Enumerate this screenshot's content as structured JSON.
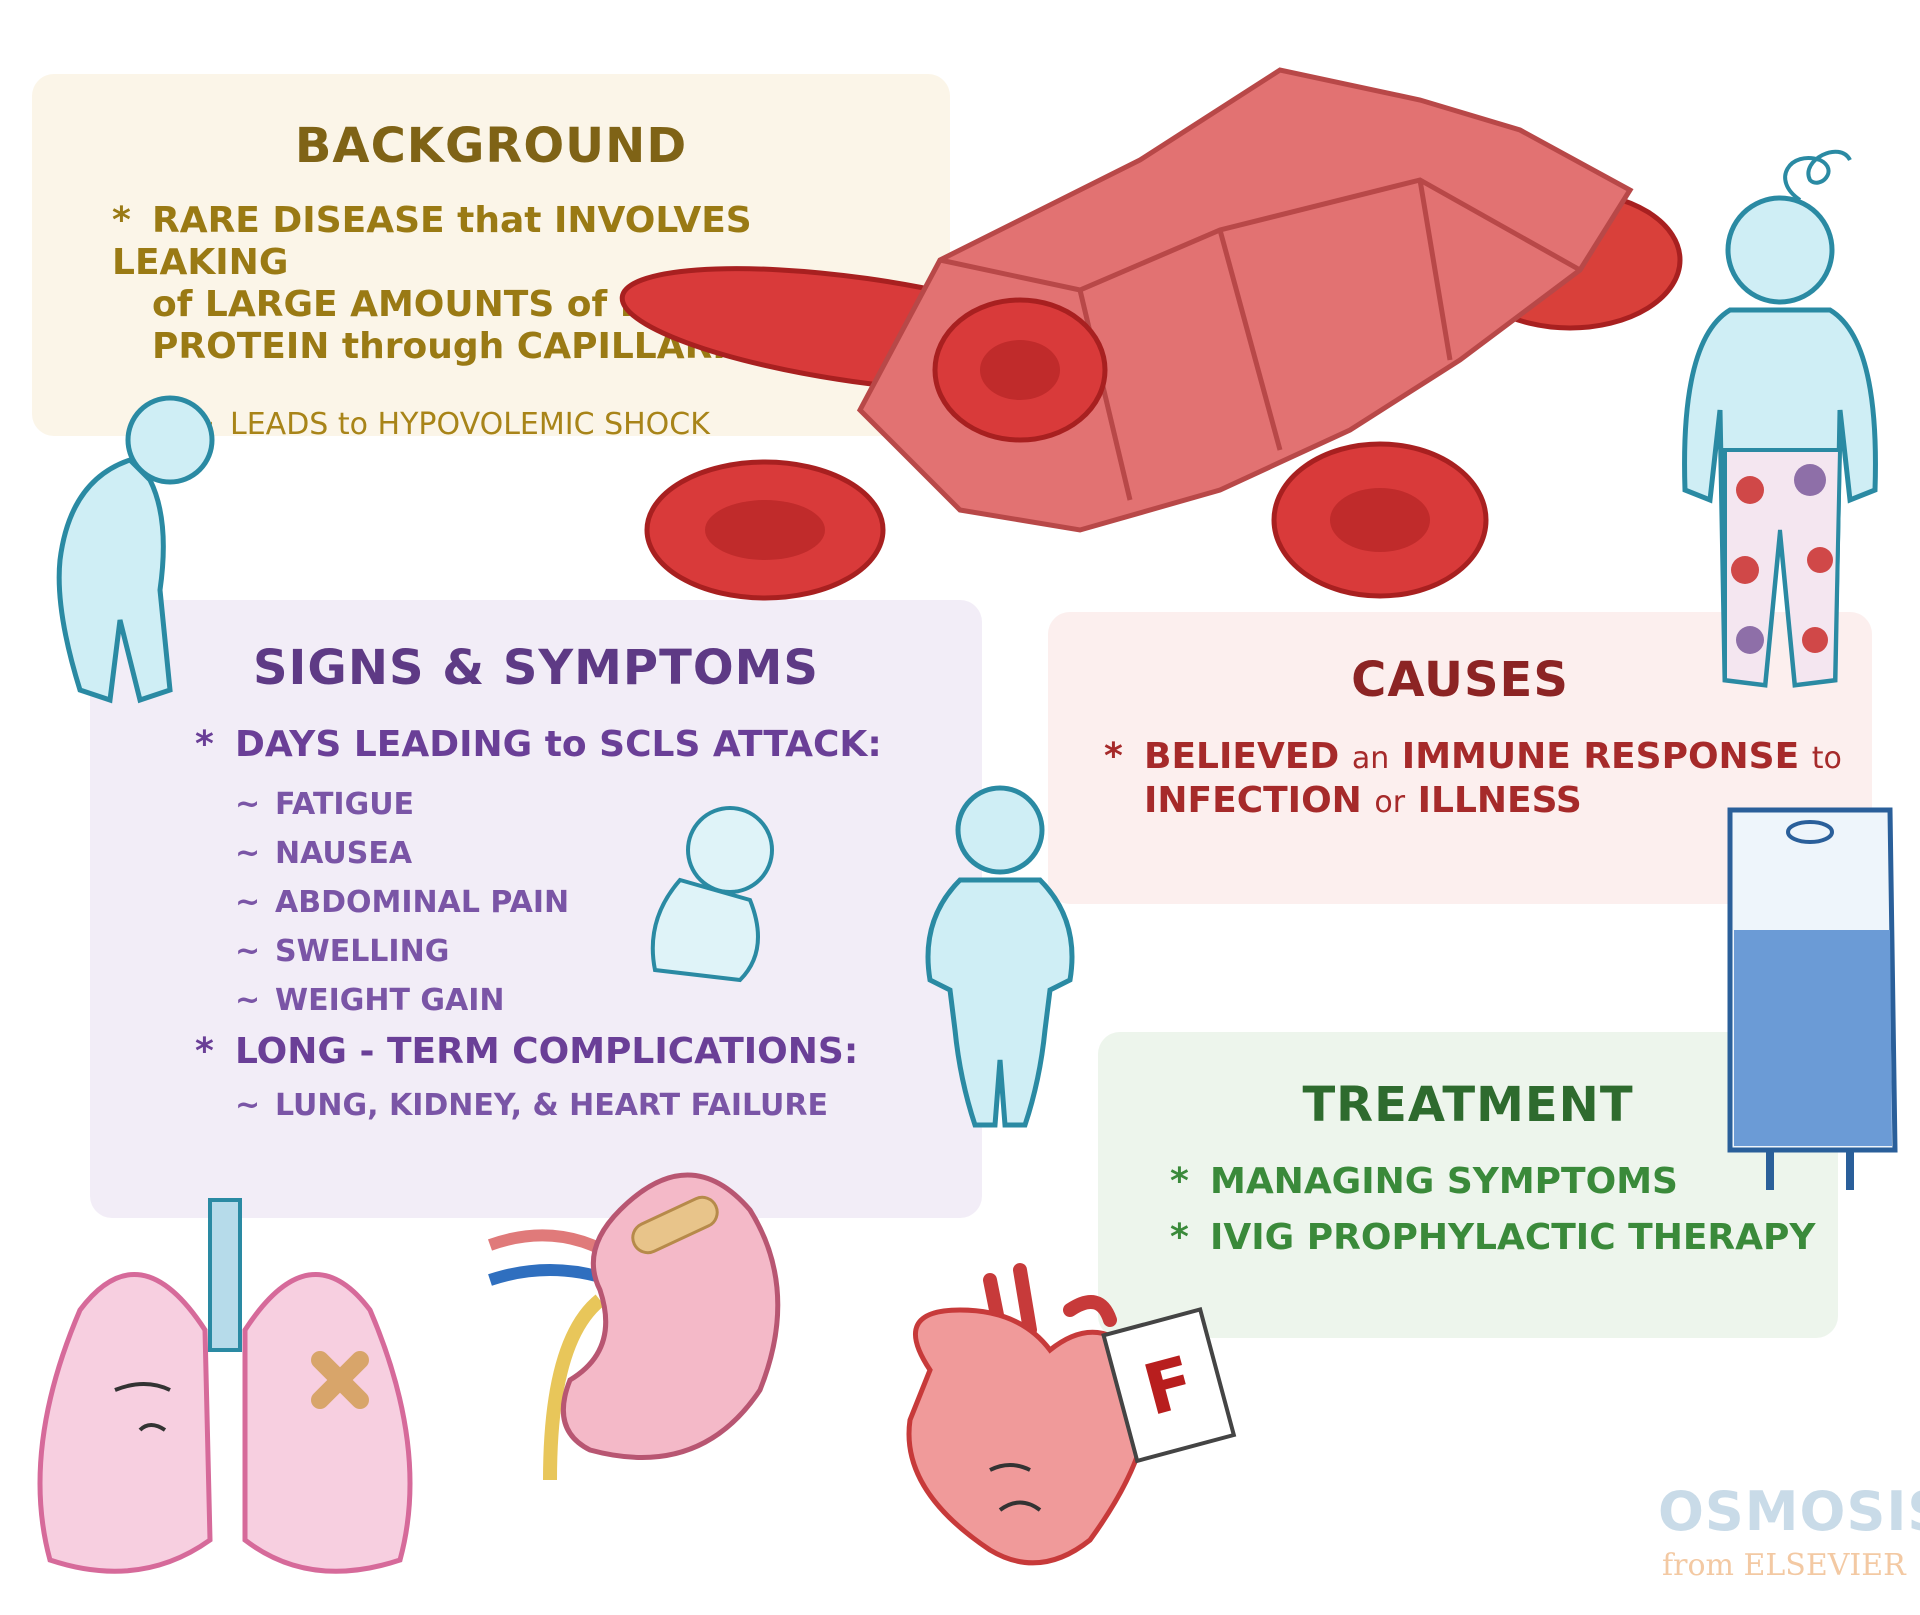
{
  "background": {
    "title": "BACKGROUND",
    "bullet_line1": "RARE DISEASE that INVOLVES LEAKING",
    "bullet_line2": "of LARGE AMOUNTS of PLASMA &",
    "bullet_line3": "PROTEIN through CAPILLARIES",
    "sub": "LEADS to HYPOVOLEMIC SHOCK"
  },
  "signs": {
    "title": "SIGNS & SYMPTOMS",
    "group1": "DAYS LEADING to SCLS ATTACK:",
    "group1_items": [
      "FATIGUE",
      "NAUSEA",
      "ABDOMINAL PAIN",
      "SWELLING",
      "WEIGHT GAIN"
    ],
    "group2": "LONG - TERM COMPLICATIONS:",
    "group2_items": [
      "LUNG, KIDNEY, & HEART FAILURE"
    ]
  },
  "causes": {
    "title": "CAUSES",
    "line1_a": "BELIEVED",
    "line1_b": "an",
    "line1_c": "IMMUNE RESPONSE",
    "line1_d": "to",
    "line2_a": "INFECTION",
    "line2_b": "or",
    "line2_c": "ILLNESS"
  },
  "treatment": {
    "title": "TREATMENT",
    "items": [
      "MANAGING SYMPTOMS",
      "IVIG PROPHYLACTIC THERAPY"
    ]
  },
  "heart_card": "F",
  "logo": {
    "brand": "OSMOSIS",
    "sub": "from ELSEVIER"
  },
  "markers": {
    "star": "*",
    "tilde": "~"
  },
  "colors": {
    "background_panel": "#fbf5e8",
    "signs_panel": "#f2edf7",
    "causes_panel": "#fcefee",
    "treatment_panel": "#edf5ec"
  },
  "icons": [
    "blood-vessel-icon",
    "red-blood-cell-icon",
    "person-icon",
    "lungs-icon",
    "kidney-icon",
    "heart-icon",
    "iv-bag-icon"
  ]
}
